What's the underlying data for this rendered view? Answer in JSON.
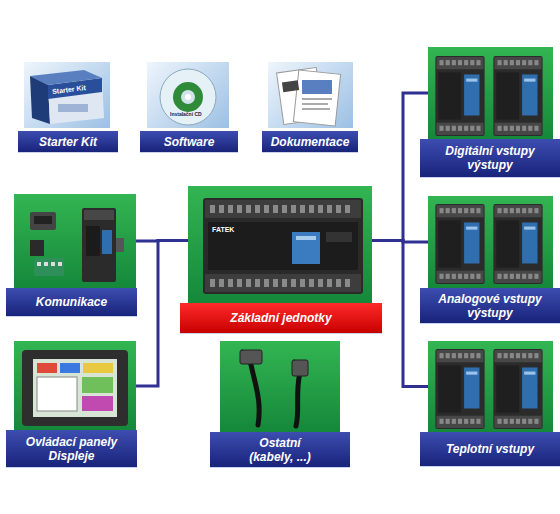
{
  "diagram": {
    "nodes": [
      {
        "text": [
          "Starter Kit"
        ]
      },
      {
        "text": [
          "Software"
        ]
      },
      {
        "text": [
          "Dokumentace"
        ]
      },
      {
        "text": [
          "Digitální vstupy výstupy"
        ]
      },
      {
        "text": [
          "Komunikace"
        ]
      },
      {
        "text": [
          "Základní jednotky"
        ]
      },
      {
        "text": [
          "Analogové vstupy výstupy"
        ]
      },
      {
        "text": [
          "Ovládací panely Displeje"
        ]
      },
      {
        "text": [
          "Ostatní (kabely, ...)"
        ]
      },
      {
        "text": [
          "Teplotní vstupy"
        ]
      }
    ],
    "edges": [
      {
        "from": 5,
        "to": 4,
        "arrow": "none"
      },
      {
        "from": 5,
        "to": 7,
        "arrow": "none"
      },
      {
        "from": 5,
        "to": 3,
        "arrow": "none"
      },
      {
        "from": 5,
        "to": 6,
        "arrow": "none"
      },
      {
        "from": 5,
        "to": 9,
        "arrow": "none"
      }
    ],
    "labels": [
      "Starter Kit",
      "Instalační CD",
      "FATEK"
    ]
  }
}
